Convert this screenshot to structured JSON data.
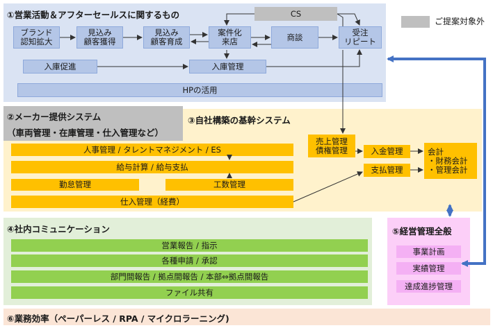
{
  "legend": {
    "label": "ご提案対象外"
  },
  "section1": {
    "title": "①営業活動＆アフターセールスに関するもの",
    "brand": "ブランド\n認知拡大",
    "mikomi_kakutoku": "見込み\n顧客獲得",
    "mikomi_ikusei": "見込み\n顧客育成",
    "anken": "案件化\n来店",
    "shodan": "商談",
    "juchu": "受注\nリピート",
    "cs": "CS",
    "nyuko_sokushin": "入庫促進",
    "nyuko_kanri": "入庫管理",
    "hp": "HPの活用"
  },
  "section2": {
    "title": "②メーカー提供システム",
    "subtitle": "（車両管理・在庫管理・仕入管理など）"
  },
  "section3": {
    "title": "③自社構築の基幹システム",
    "jinji": "人事管理 / タレントマネジメント / ES",
    "kyuyo": "給与計算 / 給与支払",
    "kintai": "勤怠管理",
    "kosu": "工数管理",
    "shiire": "仕入管理（経費）",
    "uriage": "売上管理\n債権管理",
    "nyukin": "入金管理",
    "shiharai": "支払管理",
    "kaikei": "会計\n・財務会計\n・管理会計"
  },
  "section4": {
    "title": "④社内コミュニケーション",
    "items": [
      "営業報告 / 指示",
      "各種申請 / 承認",
      "部門間報告 / 拠点間報告 / 本部⇔拠点間報告",
      "ファイル共有"
    ]
  },
  "section5": {
    "title": "⑤経営管理全般",
    "items": [
      "事業計画",
      "実績管理",
      "達成進捗管理"
    ]
  },
  "section6": {
    "title": "⑥業務効率（ペーパーレス / RPA / マイクロラーニング)"
  },
  "colors": {
    "blue_panel": "#dae3f3",
    "blue_box": "#b4c6e7",
    "gray": "#bfbfbf",
    "orange_panel": "#fff2cc",
    "orange_box": "#ffc000",
    "green_panel": "#e2efd9",
    "green_box": "#92d050",
    "pink_panel": "#fccff8",
    "pink_box": "#f4b0f4",
    "arrow_blue": "#4472c4",
    "section6_bg": "#fbe5d6"
  }
}
